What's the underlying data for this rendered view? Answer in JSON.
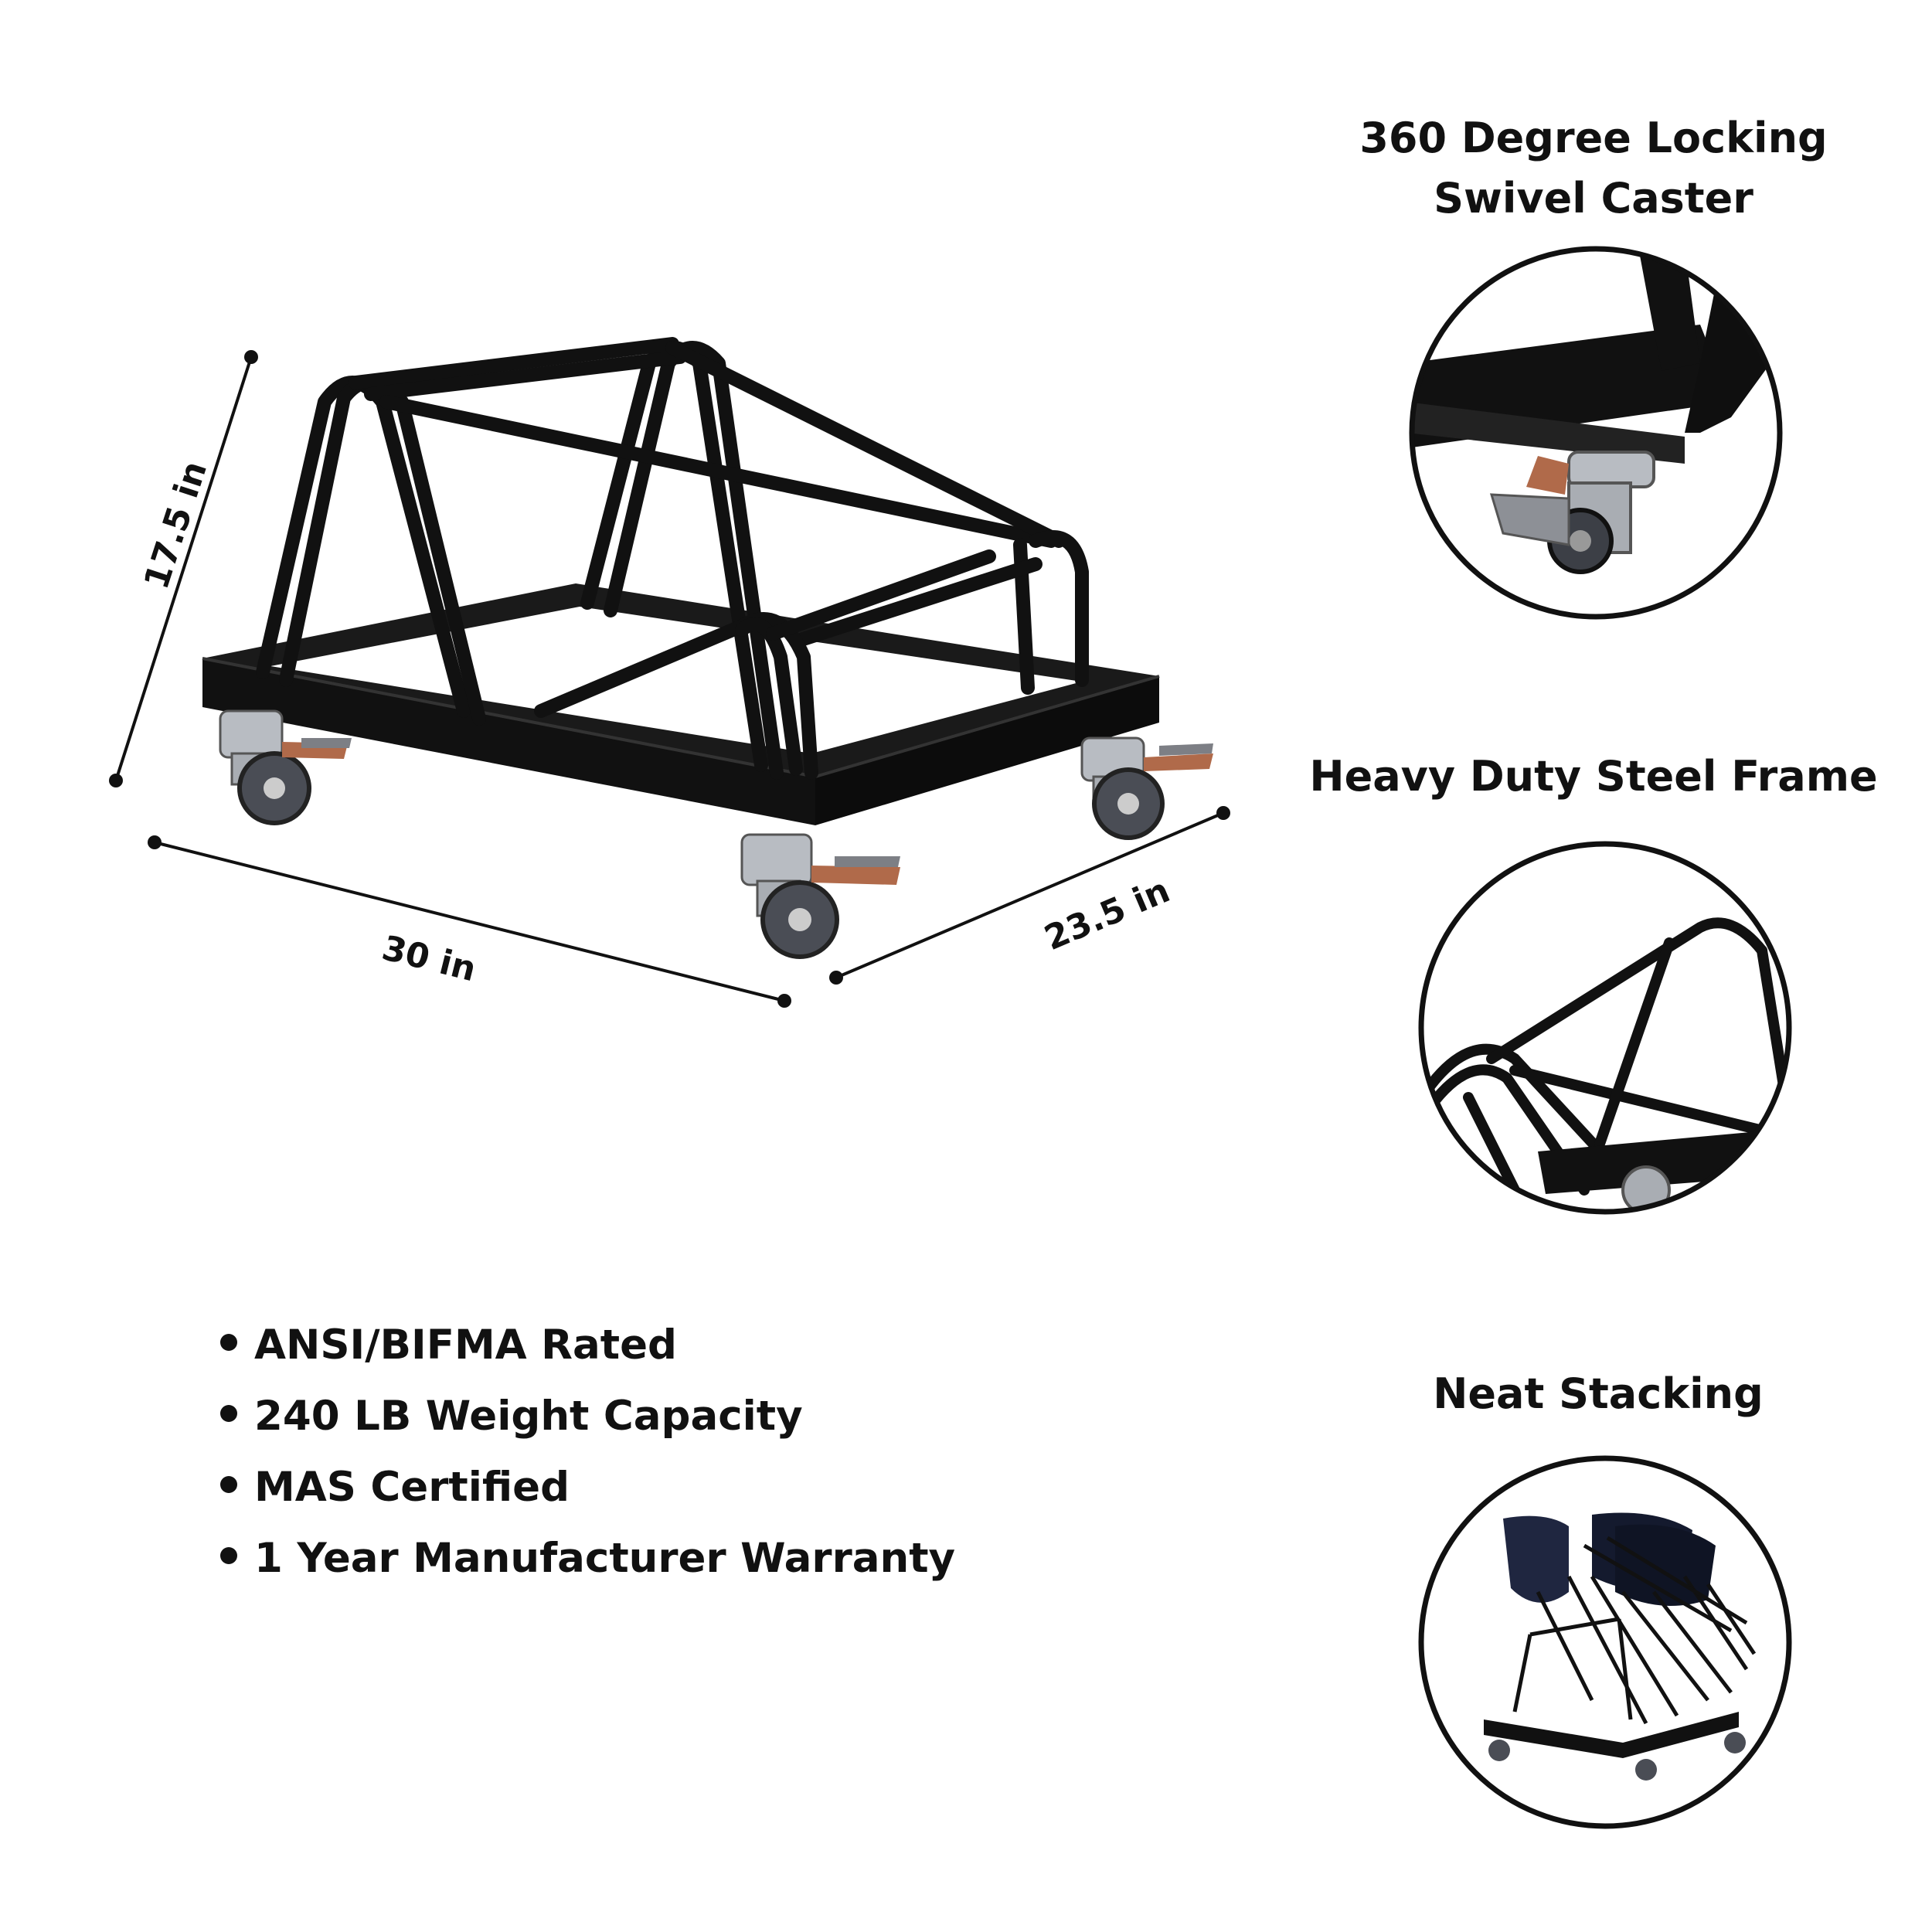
{
  "dimensions": {
    "height": "17.5 in",
    "length": "30 in",
    "width": "23.5 in"
  },
  "features": [
    {
      "title_line1": "360 Degree Locking",
      "title_line2": "Swivel Caster",
      "icon": "caster-closeup-image"
    },
    {
      "title_line1": "Heavy Duty Steel Frame",
      "title_line2": "",
      "icon": "frame-closeup-image"
    },
    {
      "title_line1": "Neat Stacking",
      "title_line2": "",
      "icon": "stacked-chairs-image"
    }
  ],
  "bullets": [
    "ANSI/BIFMA Rated",
    "240 LB Weight Capacity",
    "MAS Certified",
    "1 Year Manufacturer Warranty"
  ],
  "colors": {
    "frame": "#111111",
    "caster_metal": "#b8bcc2",
    "caster_wheel": "#4a4d55",
    "brake": "#b06a4a",
    "chair_seat": "#1f2640"
  }
}
